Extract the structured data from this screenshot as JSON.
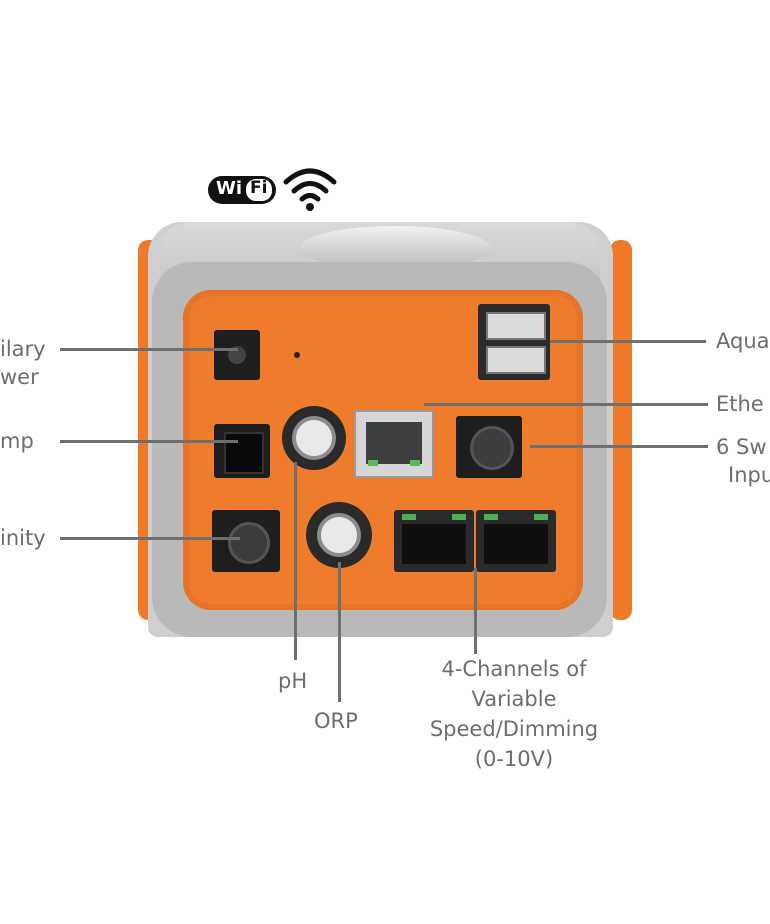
{
  "wifi_badge": {
    "wi": "Wi",
    "fi": "Fi"
  },
  "labels": {
    "aux_power": [
      "ilary",
      "wer"
    ],
    "pump": "mp",
    "salinity": "inity",
    "aqua": "Aqua",
    "ethernet": "Ethe",
    "switch_inputs": [
      "6 Sw",
      "Inpu"
    ],
    "ph": "pH",
    "orp": "ORP",
    "channels": [
      "4-Channels of",
      "Variable",
      "Speed/Dimming",
      "(0-10V)"
    ]
  },
  "colors": {
    "accent": "#ef7b2c",
    "line": "#6f6f6f",
    "text": "#6d6d6d"
  }
}
